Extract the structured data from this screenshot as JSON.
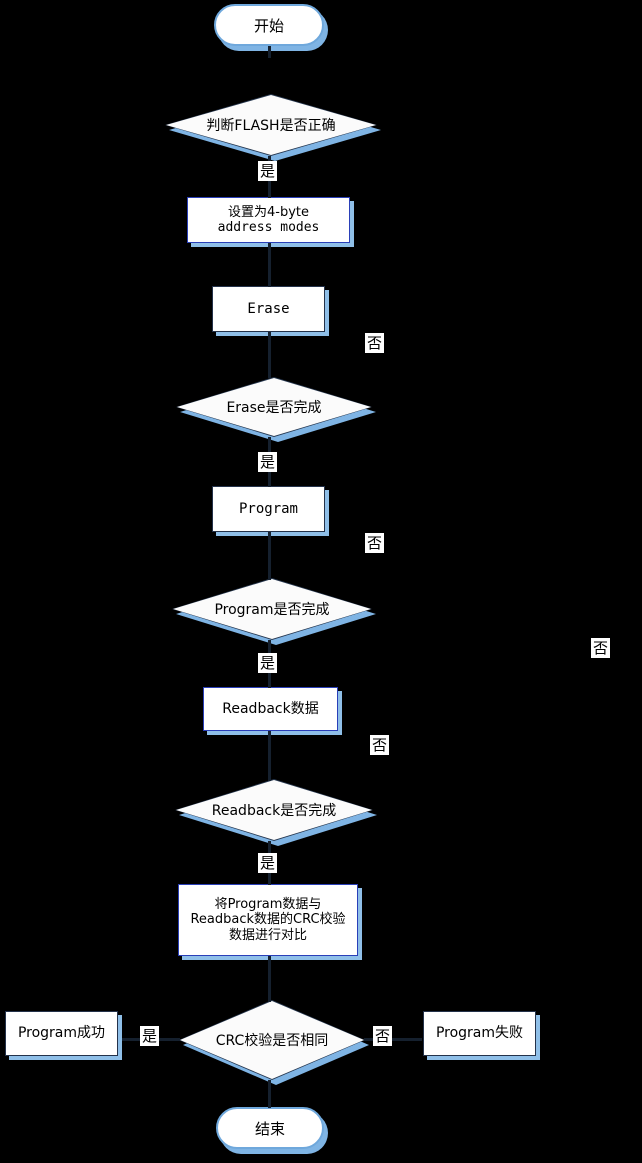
{
  "diagram": {
    "title": "FLASH Program Flowchart",
    "language": "zh-CN",
    "colors": {
      "background": "#000000",
      "node_fill": "#ffffff",
      "node_border": "#24324a",
      "accent_border": "#2a3fb8",
      "shadow": "#8fbfe8",
      "terminal_border": "#6fa8dc",
      "connector": "#15202e",
      "text": "#000000"
    },
    "nodes": [
      {
        "id": "start",
        "type": "terminal",
        "label": "开始"
      },
      {
        "id": "check_flash",
        "type": "decision",
        "label": "判断FLASH是否正确"
      },
      {
        "id": "set_4byte",
        "type": "process",
        "label": "设置为4-byte\naddress modes",
        "line1": "设置为4-byte",
        "line2": "address modes"
      },
      {
        "id": "erase",
        "type": "process",
        "label": "Erase"
      },
      {
        "id": "erase_done",
        "type": "decision",
        "label": "Erase是否完成"
      },
      {
        "id": "program",
        "type": "process",
        "label": "Program"
      },
      {
        "id": "program_done",
        "type": "decision",
        "label": "Program是否完成"
      },
      {
        "id": "readback",
        "type": "process",
        "label": "Readback数据"
      },
      {
        "id": "readback_done",
        "type": "decision",
        "label": "Readback是否完成"
      },
      {
        "id": "crc_compare",
        "type": "process",
        "label": "将Program数据与\nReadback数据的CRC校验\n数据进行对比",
        "line1": "将Program数据与",
        "line2": "Readback数据的CRC校验",
        "line3": "数据进行对比"
      },
      {
        "id": "crc_same",
        "type": "decision",
        "label": "CRC校验是否相同"
      },
      {
        "id": "prog_ok",
        "type": "process",
        "label": "Program成功"
      },
      {
        "id": "prog_fail",
        "type": "process",
        "label": "Program失败"
      },
      {
        "id": "end",
        "type": "terminal",
        "label": "结束"
      }
    ],
    "edge_labels": {
      "yes": "是",
      "no": "否",
      "yes_1": "是",
      "no_1": "否",
      "yes_2": "是",
      "no_2": "否",
      "yes_3": "是",
      "no_3": "否",
      "yes_4": "是",
      "no_4": "否",
      "yes_5": "是",
      "no_5": "否"
    }
  }
}
